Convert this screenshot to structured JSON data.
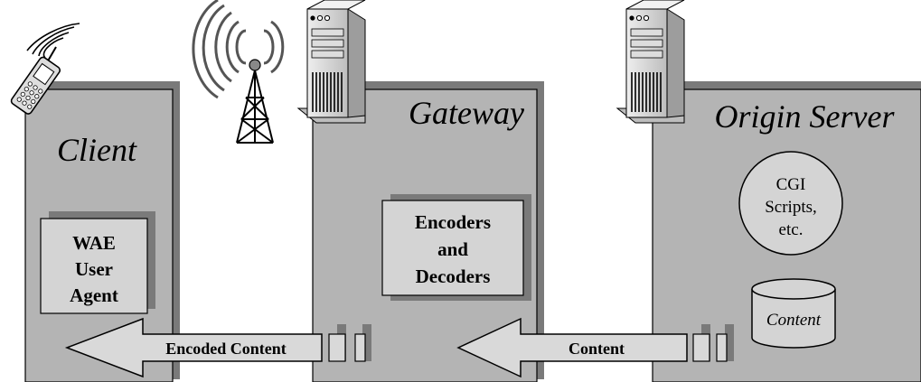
{
  "panels": {
    "client": {
      "title": "Client"
    },
    "gateway": {
      "title": "Gateway"
    },
    "origin": {
      "title": "Origin Server"
    }
  },
  "client_box": {
    "line1": "WAE",
    "line2": "User",
    "line3": "Agent"
  },
  "gateway_box": {
    "line1": "Encoders",
    "line2": "and",
    "line3": "Decoders"
  },
  "origin_circle": {
    "line1": "CGI",
    "line2": "Scripts,",
    "line3": "etc."
  },
  "origin_cylinder": {
    "label": "Content"
  },
  "arrows": {
    "encoded": {
      "label": "Encoded Content"
    },
    "content": {
      "label": "Content"
    }
  },
  "icons": [
    "mobile-phone-icon",
    "radio-tower-icon",
    "gateway-server-icon",
    "origin-server-icon"
  ],
  "colors": {
    "panel_fill": "#b4b4b4",
    "panel_shadow": "#7a7a7a",
    "box_fill": "#d4d4d4",
    "arrow_fill": "#d9d9d9",
    "background": "#ffffff"
  }
}
